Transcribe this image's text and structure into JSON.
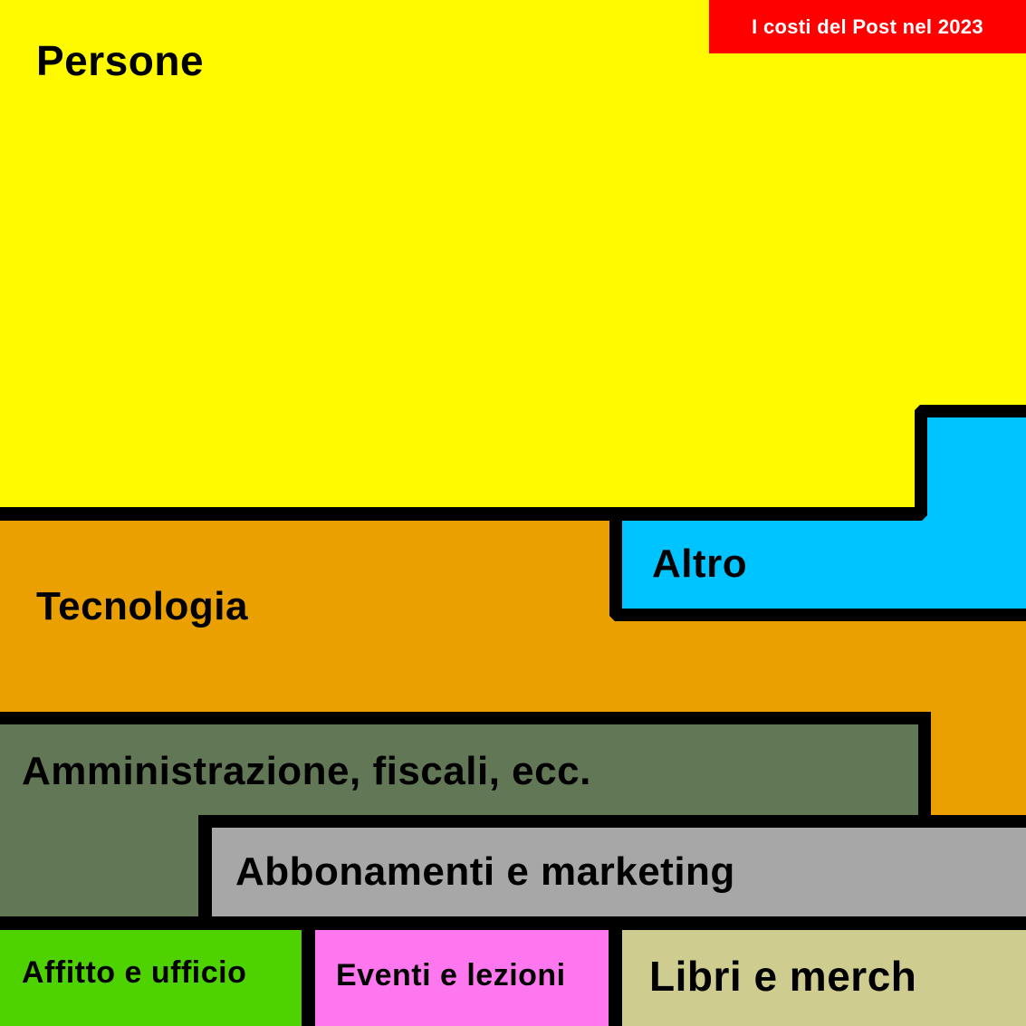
{
  "title": "I costi del Post nel 2023",
  "categories": [
    {
      "key": "persone",
      "label": "Persone",
      "color": "#FFFA00"
    },
    {
      "key": "altro",
      "label": "Altro",
      "color": "#00C4FF"
    },
    {
      "key": "tecnologia",
      "label": "Tecnologia",
      "color": "#EAA000"
    },
    {
      "key": "amministrazione",
      "label": "Amministrazione, fiscali, ecc.",
      "color": "#627756"
    },
    {
      "key": "abbonamenti",
      "label": "Abbonamenti e marketing",
      "color": "#A7A7A7"
    },
    {
      "key": "affitto",
      "label": "Affitto e ufficio",
      "color": "#4ED200"
    },
    {
      "key": "eventi",
      "label": "Eventi e lezioni",
      "color": "#FF77EE"
    },
    {
      "key": "libri",
      "label": "Libri e merch",
      "color": "#CFCC90"
    }
  ]
}
